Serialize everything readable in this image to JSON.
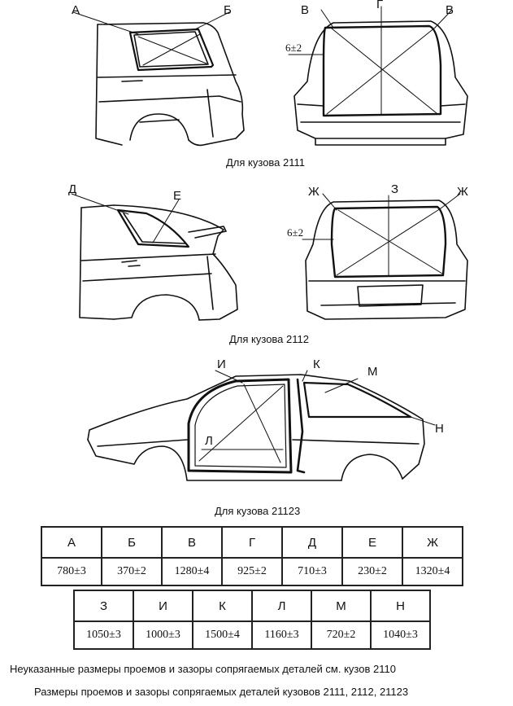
{
  "diagrams": [
    {
      "caption": "Для кузова 2111",
      "labels": [
        "А",
        "Б",
        "В",
        "Г",
        "В"
      ],
      "dimension_note": "6±2"
    },
    {
      "caption": "Для кузова 2112",
      "labels": [
        "Д",
        "Е",
        "Ж",
        "З",
        "Ж"
      ],
      "dimension_note": "6±2"
    },
    {
      "caption": "Для кузова 21123",
      "labels": [
        "И",
        "К",
        "М",
        "Н",
        "Л"
      ]
    }
  ],
  "table": {
    "row1": {
      "headers": [
        "А",
        "Б",
        "В",
        "Г",
        "Д",
        "Е",
        "Ж"
      ],
      "values": [
        "780±3",
        "370±2",
        "1280±4",
        "925±2",
        "710±3",
        "230±2",
        "1320±4"
      ]
    },
    "row2": {
      "headers": [
        "З",
        "И",
        "К",
        "Л",
        "М",
        "Н"
      ],
      "values": [
        "1050±3",
        "1000±3",
        "1500±4",
        "1160±3",
        "720±2",
        "1040±3"
      ]
    }
  },
  "notes": [
    "Неуказанные размеры проемов и зазоры сопрягаемых деталей см. кузов 2110",
    "Размеры проемов и зазоры сопрягаемых деталей кузовов 2111, 2112, 21123"
  ]
}
